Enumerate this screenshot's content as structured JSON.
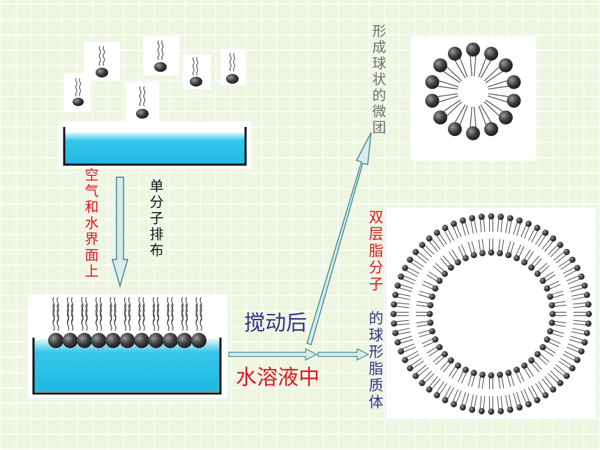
{
  "labels": {
    "air_water_interface": "空气和水界面上",
    "monolayer": "单分子排布",
    "micelle": "形成球状的微团",
    "liposome_prefix": "双层脂分子",
    "liposome_suffix": "的球形脂质体",
    "after_stirring": "搅动后",
    "in_water_solution": "水溶液中"
  },
  "colors": {
    "red_label": "#e0141e",
    "black_label": "#111111",
    "gray_label": "#6e6e6e",
    "purple_label": "#3a2f8c",
    "water": "#29c4e8",
    "head": "#3a3a3a",
    "arrow_fill": "#d8ecea",
    "arrow_stroke": "#3f8790"
  }
}
